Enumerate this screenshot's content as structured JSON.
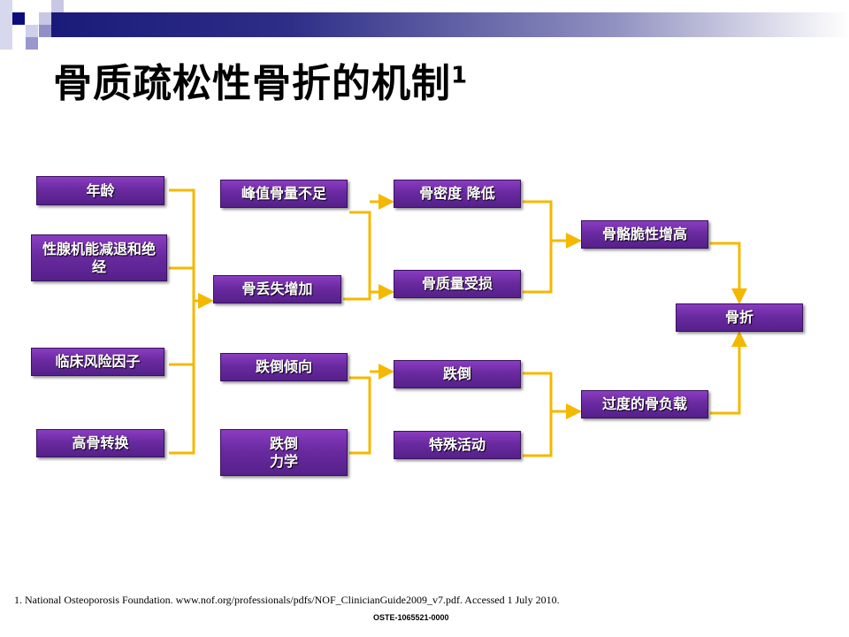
{
  "title": "骨质疏松性骨折的机制",
  "title_sup": "1",
  "boxes": {
    "age": "年龄",
    "hypogonadism": "性腺机能减退和绝经",
    "clinical_risk": "临床风险因子",
    "high_turnover": "高骨转换",
    "low_peak": "峰值骨量不足",
    "bone_loss": "骨丢失增加",
    "fall_tendency": "跌倒倾向",
    "fall_mechanics": "跌倒力学",
    "low_bmd": "骨密度 降低",
    "quality_impaired": "骨质量受损",
    "fall": "跌倒",
    "special_activity": "特殊活动",
    "fragility": "骨骼脆性增高",
    "fracture": "骨折",
    "overload": "过度的骨负载"
  },
  "colors": {
    "box": "#6a2aa0",
    "connector": "#f5b800",
    "band": "#1a1a7a"
  },
  "footer": {
    "reference": "1. National Osteoporosis Foundation. www.nof.org/professionals/pdfs/NOF_ClinicianGuide2009_v7.pdf. Accessed 1 July 2010.",
    "code": "OSTE-1065521-0000"
  }
}
